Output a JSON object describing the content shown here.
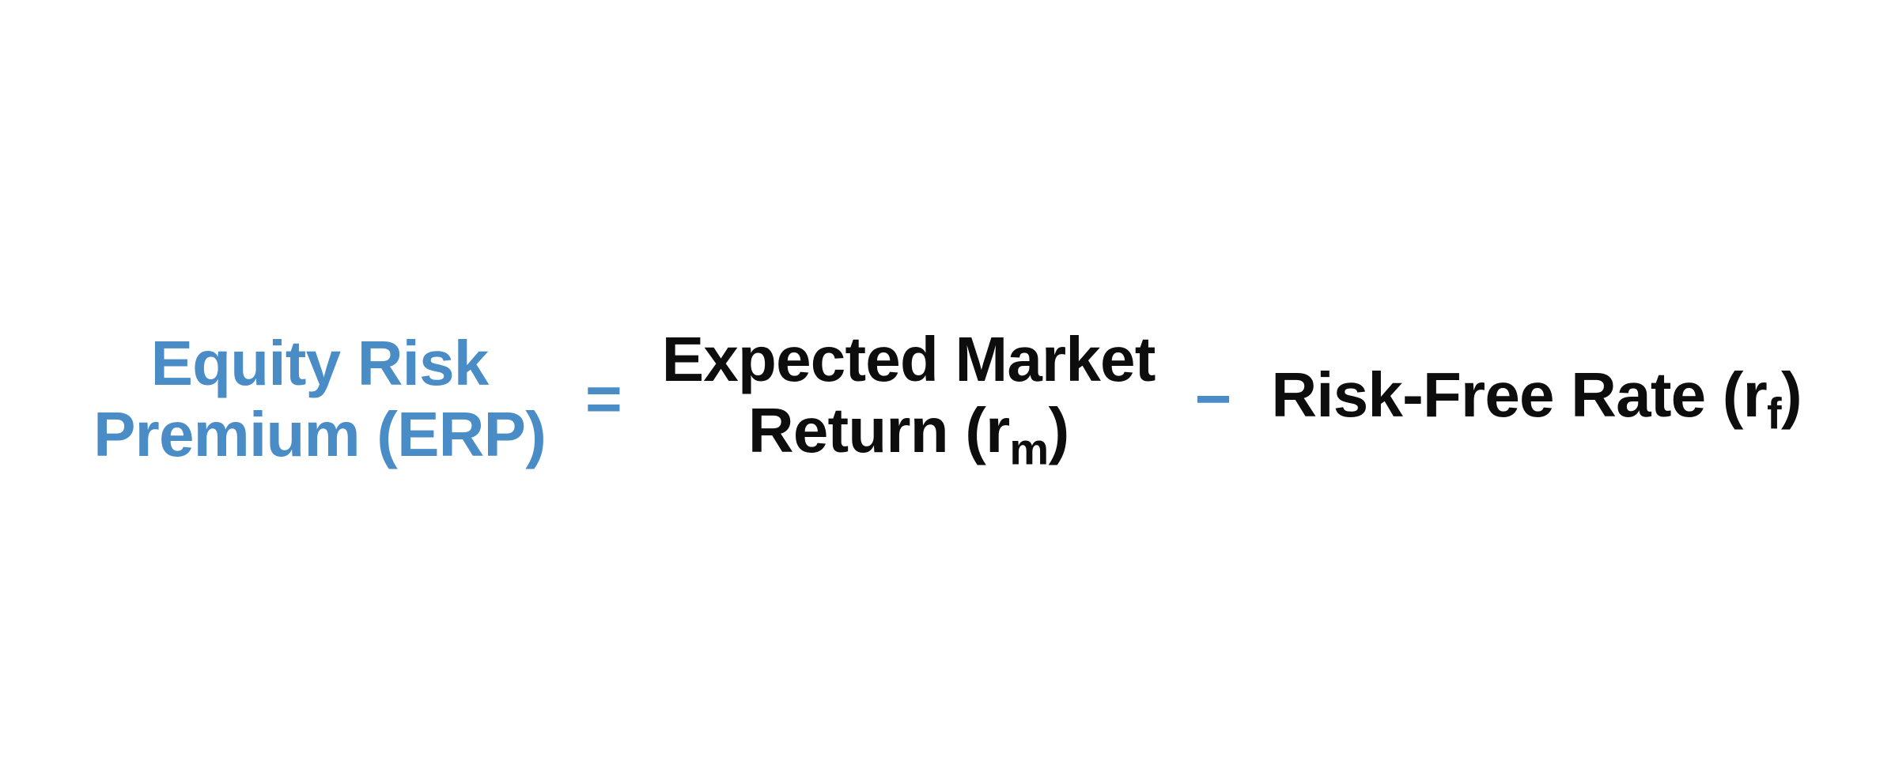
{
  "formula": {
    "lhs": {
      "line1": "Equity Risk",
      "line2": "Premium (ERP)"
    },
    "operator_equals": "=",
    "market_return": {
      "line1": "Expected Market",
      "line2_pre": "Return (r",
      "line2_sub": "m",
      "line2_post": ")"
    },
    "operator_minus": "−",
    "risk_free": {
      "pre": "Risk-Free Rate (r",
      "sub": "f",
      "post": ")"
    }
  },
  "colors": {
    "accent_blue": "#4A8CC6",
    "text_black": "#0D0D0D",
    "background": "#FFFFFF"
  }
}
